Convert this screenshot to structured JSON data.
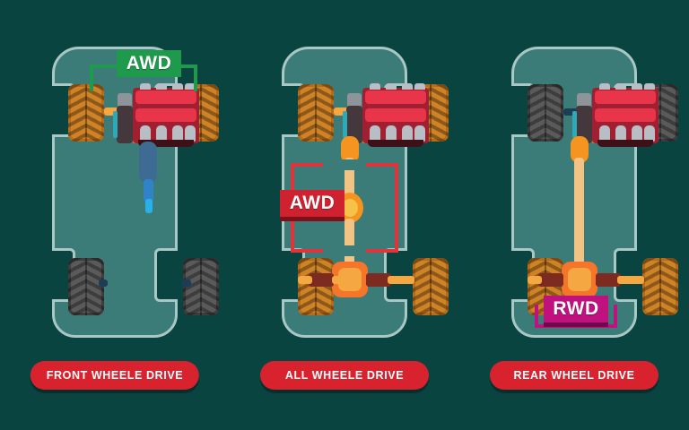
{
  "theme": {
    "background": "#0a4440",
    "car_body": "#3b7b78",
    "car_outline": "#a8c8c5",
    "drive_wheel": "#d08326",
    "idle_wheel": "#5a5a5a",
    "engine_red": "#e8354a",
    "engine_dark": "#a01f30",
    "driveshaft_orange": "#f5941e",
    "badge_green": "#1f9a4d",
    "badge_red": "#cf2230",
    "badge_magenta": "#c0127f",
    "caption_red": "#d8222e"
  },
  "panels": [
    {
      "id": "front-wheel-drive",
      "badge": "AWD",
      "badge_color": "green",
      "caption": "FRONT WHEELE DRIVE",
      "driven_axle": "front",
      "front_wheels": "drive",
      "rear_wheels": "idle"
    },
    {
      "id": "all-wheel-drive",
      "badge": "AWD",
      "badge_color": "red",
      "caption": "ALL WHEELE DRIVE",
      "driven_axle": "both",
      "front_wheels": "drive",
      "rear_wheels": "drive"
    },
    {
      "id": "rear-wheel-drive",
      "badge": "RWD",
      "badge_color": "magenta",
      "caption": "REAR WHEEL DRIVE",
      "driven_axle": "rear",
      "front_wheels": "idle",
      "rear_wheels": "drive"
    }
  ]
}
